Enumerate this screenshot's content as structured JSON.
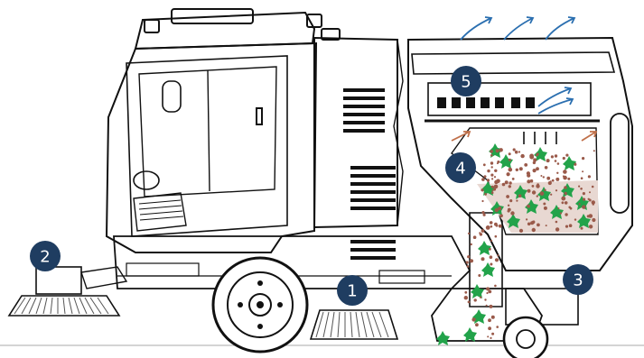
{
  "diagram": {
    "callouts": [
      {
        "id": "1",
        "label": "1"
      },
      {
        "id": "2",
        "label": "2"
      },
      {
        "id": "3",
        "label": "3"
      },
      {
        "id": "4",
        "label": "4"
      },
      {
        "id": "5",
        "label": "5"
      }
    ],
    "colors": {
      "callout_fill": "#1f3d61",
      "callout_text": "#ffffff",
      "line_art": "#111111",
      "airflow_arrow": "#2b6fb0",
      "suction_arrow": "#c0704a",
      "debris_leaf": "#22a34a",
      "debris_dirt": "#9a5a4a",
      "brush": "#555555"
    },
    "icons": {
      "callout": "numbered-circle",
      "leaf": "leaf-icon",
      "airflow": "airflow-arrow-icon"
    }
  }
}
